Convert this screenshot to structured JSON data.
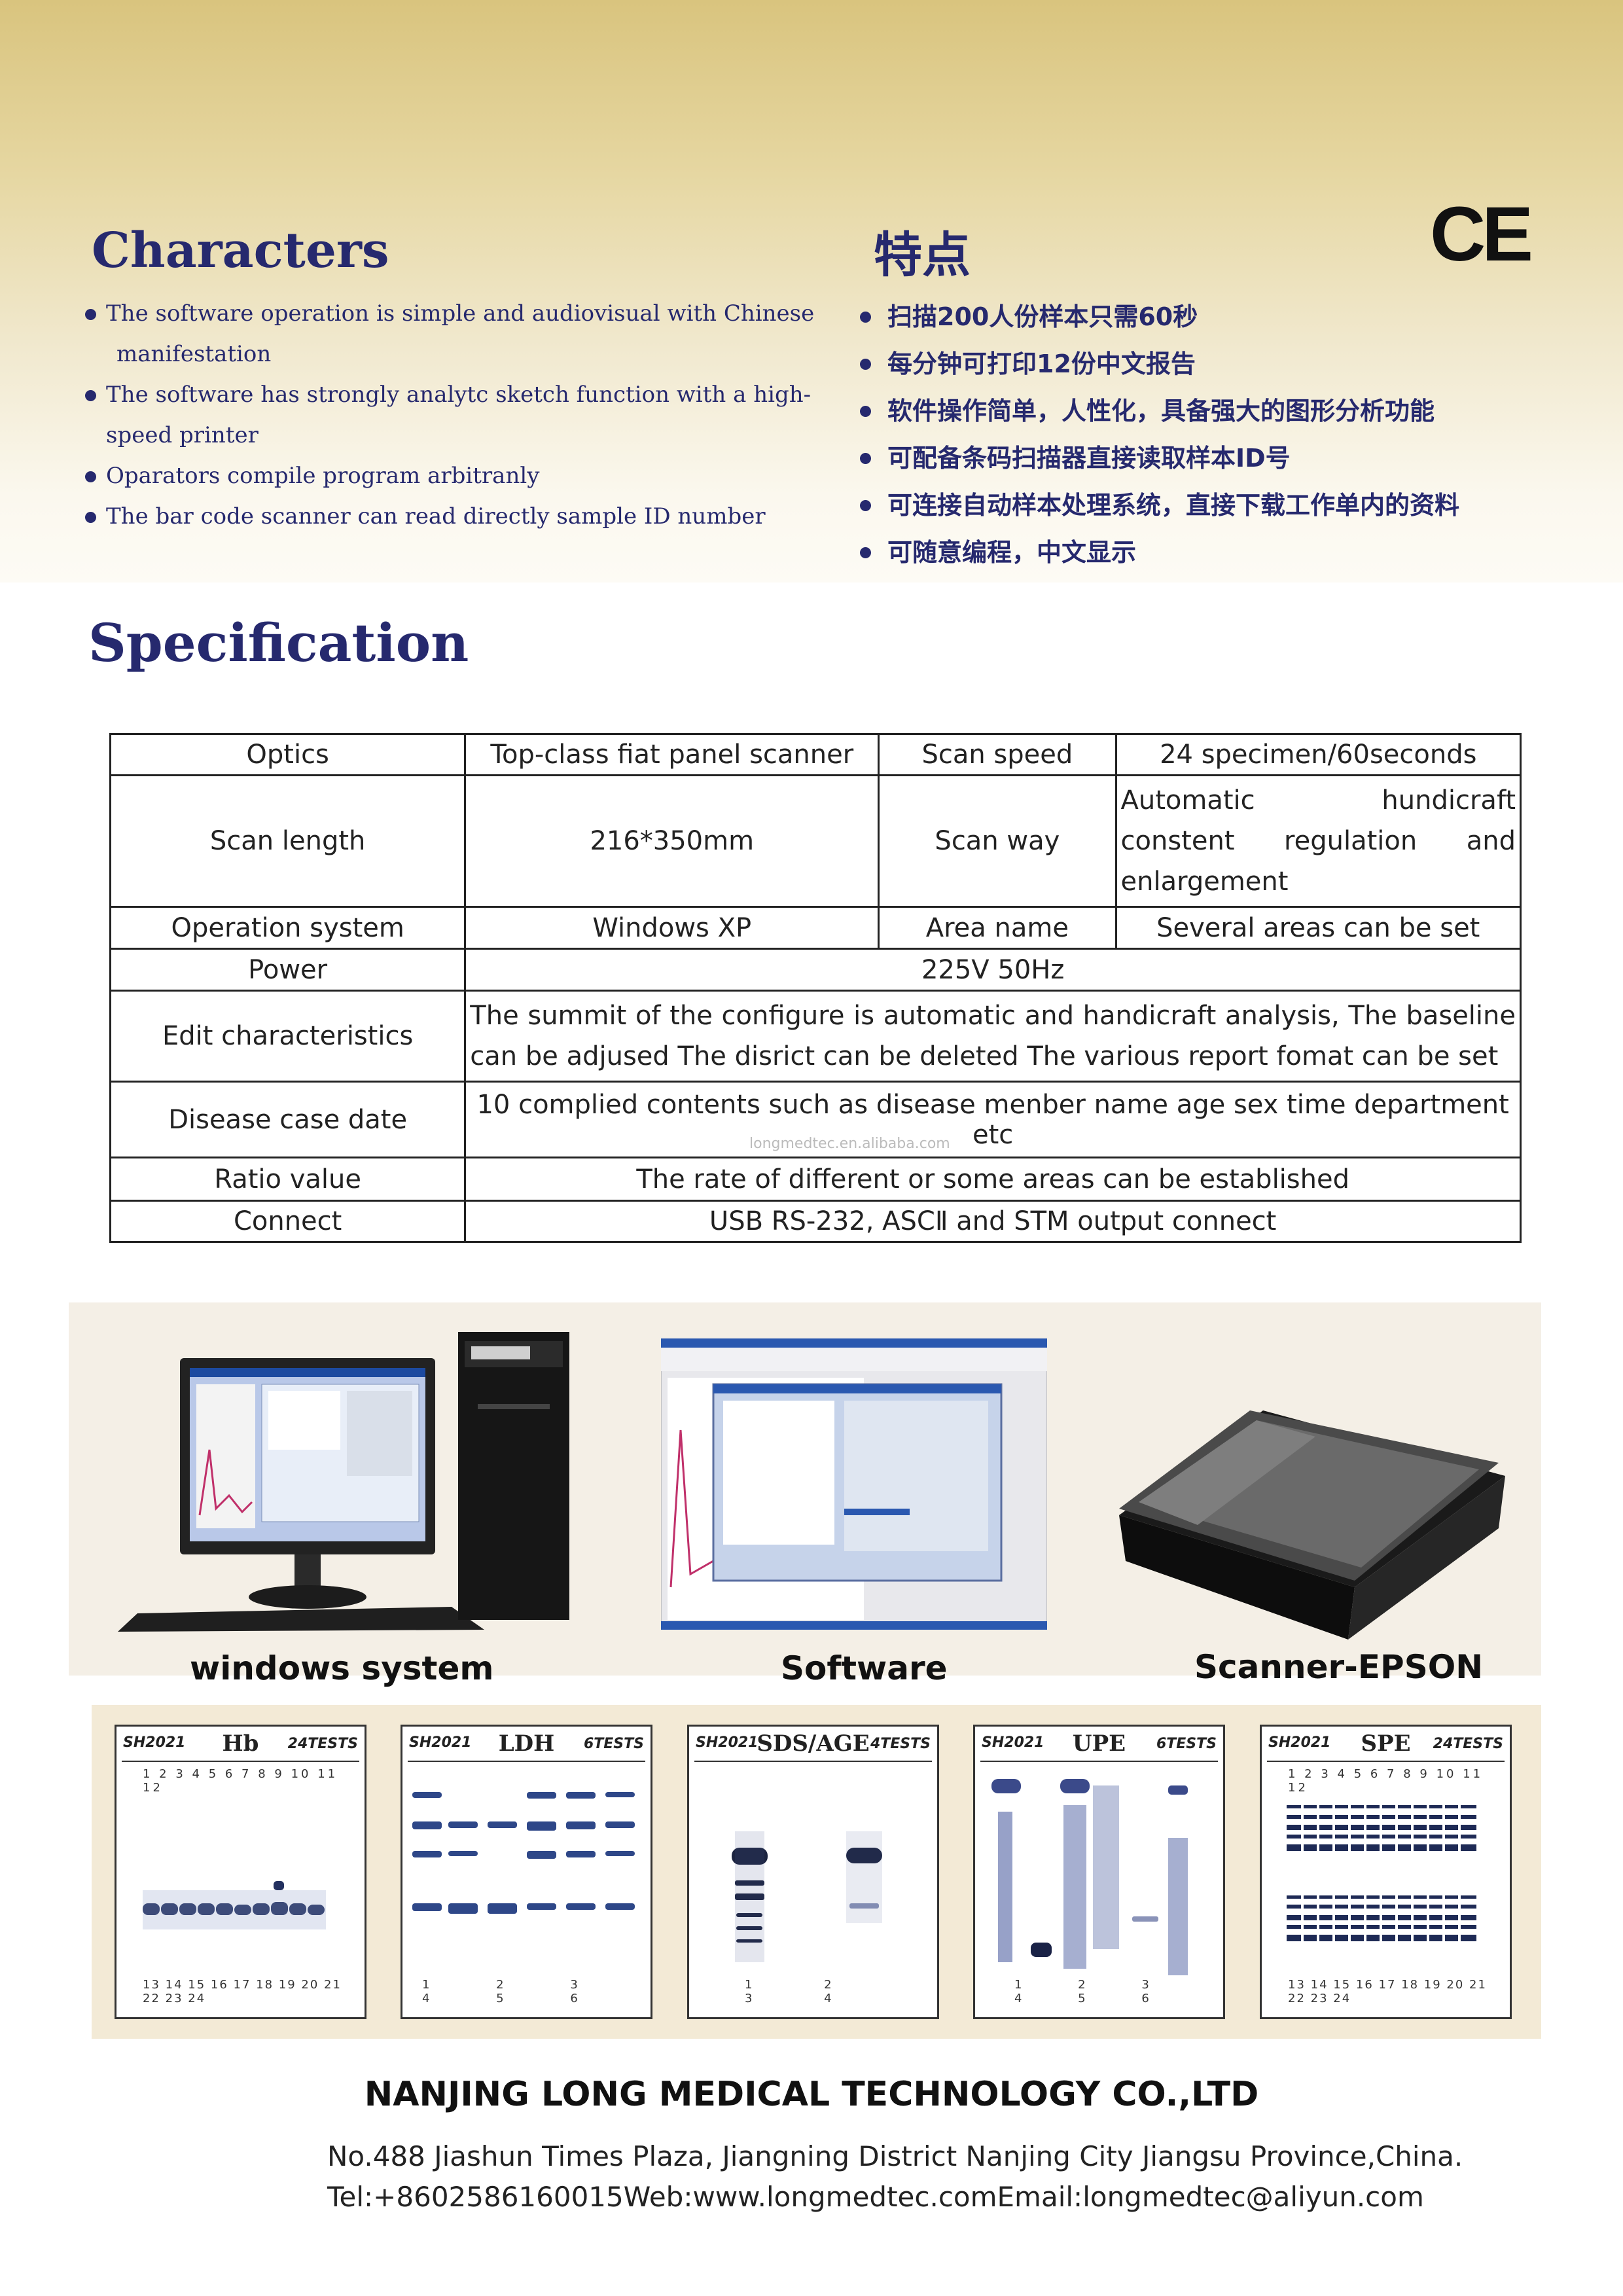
{
  "header": {
    "ce_mark": "CE"
  },
  "characters": {
    "title_en": "Characters",
    "title_cn": "特点",
    "items_en": [
      {
        "line1": "The software operation is simple and audiovisual with Chinese",
        "line2": "manifestation"
      },
      {
        "line1": "The software has strongly analytc sketch function with a high-",
        "line2": "speed printer"
      },
      {
        "line1": "Oparators compile program arbitranly",
        "line2": ""
      },
      {
        "line1": "The bar code scanner can read directly sample ID number",
        "line2": ""
      }
    ],
    "items_cn": [
      "扫描200人份样本只需60秒",
      "每分钟可打印12份中文报告",
      "软件操作简单，人性化，具备强大的图形分析功能",
      "可配备条码扫描器直接读取样本ID号",
      "可连接自动样本处理系统，直接下载工作单内的资料",
      "可随意编程，中文显示"
    ]
  },
  "specification": {
    "title": "Specification",
    "rows": {
      "optics_label": "Optics",
      "optics_value": "Top-class fiat panel scanner",
      "scan_speed_label": "Scan speed",
      "scan_speed_value": "24 specimen/60seconds",
      "scan_length_label": "Scan length",
      "scan_length_value": "216*350mm",
      "scan_way_label": "Scan way",
      "scan_way_value": "Automatic hundicraft constent regulation and enlargement",
      "os_label": "Operation system",
      "os_value": "Windows XP",
      "area_name_label": "Area name",
      "area_name_value": "Several areas can be set",
      "power_label": "Power",
      "power_value": "225V 50Hz",
      "edit_label": "Edit characteristics",
      "edit_value": "The summit of the configure is automatic and handicraft analysis, The baseline can be adjused The disrict can be deleted The various report fomat can be set",
      "disease_label": "Disease case date",
      "disease_value": "10 complied contents such as disease menber name age sex time department etc",
      "ratio_label": "Ratio value",
      "ratio_value": "The rate of different or some areas can be established",
      "connect_label": "Connect",
      "connect_value": "USB RS-232, ASCⅡ and STM output connect"
    },
    "watermark": "longmedtec.en.alibaba.com"
  },
  "products": {
    "captions": [
      "windows system",
      "Software",
      "Scanner-EPSON"
    ]
  },
  "gels": [
    {
      "brand": "SH2021",
      "title": "Hb",
      "tests": "24TESTS",
      "top_numbers": "1 2 3 4 5 6 7 8 9 10 11 12",
      "bottom_numbers": "13 14 15 16 17 18 19 20 21 22 23 24"
    },
    {
      "brand": "SH2021",
      "title": "LDH",
      "tests": "6TESTS",
      "top_numbers": "",
      "bottom_numbers": "1 2 3 4 5 6"
    },
    {
      "brand": "SH2021",
      "title": "SDS/AGE",
      "tests": "4TESTS",
      "top_numbers": "",
      "bottom_numbers": "1 2 3 4"
    },
    {
      "brand": "SH2021",
      "title": "UPE",
      "tests": "6TESTS",
      "top_numbers": "",
      "bottom_numbers": "1 2 3 4 5 6"
    },
    {
      "brand": "SH2021",
      "title": "SPE",
      "tests": "24TESTS",
      "top_numbers": "1 2 3 4 5 6 7 8 9 10 11 12",
      "bottom_numbers": "13 14 15 16 17 18 19 20 21 22 23 24"
    }
  ],
  "footer": {
    "company": "NANJING LONG MEDICAL TECHNOLOGY CO.,LTD",
    "address": "No.488 Jiashun Times Plaza, Jiangning District Nanjing City Jiangsu Province,China.",
    "contact": "Tel:+8602586160015Web:www.longmedtec.comEmail:longmedtec@aliyun.com"
  }
}
